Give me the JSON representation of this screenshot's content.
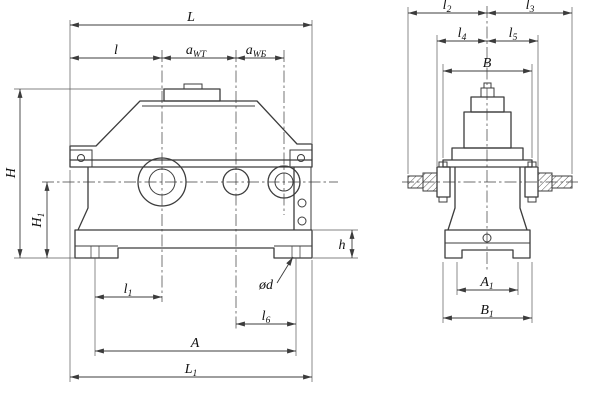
{
  "colors": {
    "line": "#3c3c3c",
    "background": "#ffffff",
    "text": "#111111"
  },
  "labels": {
    "L": {
      "base": "L",
      "sub": ""
    },
    "l": {
      "base": "l",
      "sub": ""
    },
    "awt": {
      "base": "a",
      "sub": "WT"
    },
    "awb": {
      "base": "a",
      "sub": "WБ"
    },
    "H": {
      "base": "H",
      "sub": ""
    },
    "H1": {
      "base": "H",
      "sub": "1"
    },
    "l1": {
      "base": "l",
      "sub": "1"
    },
    "d": {
      "base": "ød",
      "sub": ""
    },
    "l6": {
      "base": "l",
      "sub": "6"
    },
    "A": {
      "base": "A",
      "sub": ""
    },
    "L1": {
      "base": "L",
      "sub": "1"
    },
    "h": {
      "base": "h",
      "sub": ""
    },
    "l2": {
      "base": "l",
      "sub": "2"
    },
    "l3": {
      "base": "l",
      "sub": "3"
    },
    "l4": {
      "base": "l",
      "sub": "4"
    },
    "l5": {
      "base": "l",
      "sub": "5"
    },
    "B": {
      "base": "B",
      "sub": ""
    },
    "A1": {
      "base": "A",
      "sub": "1"
    },
    "B1": {
      "base": "B",
      "sub": "1"
    }
  }
}
